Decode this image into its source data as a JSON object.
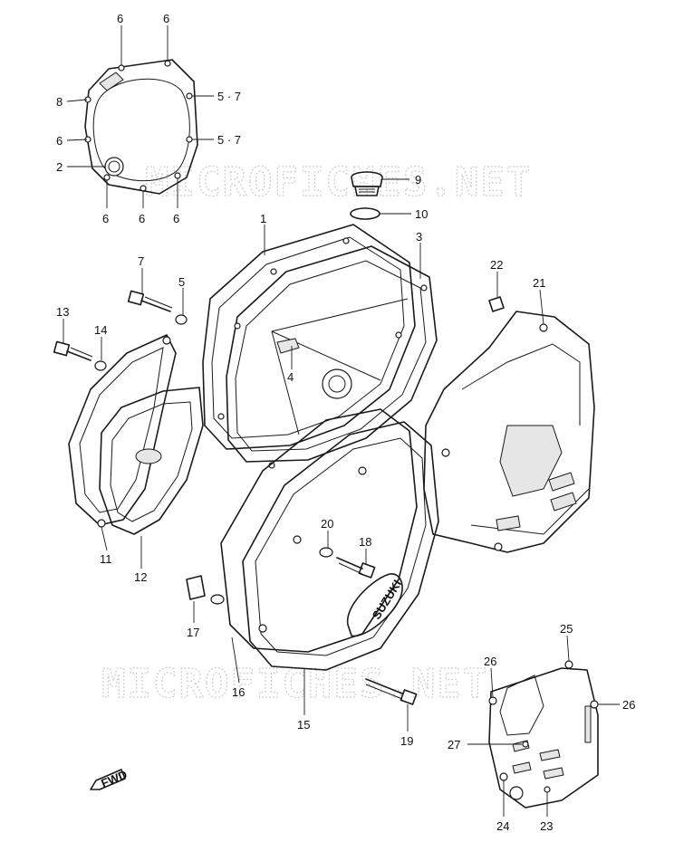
{
  "watermark": "MICROFICHES.NET",
  "brand_badge": "SUZUKI",
  "fwd_marker": "FWD",
  "labels": {
    "l6a": "6",
    "l6b": "6",
    "l8": "8",
    "l57a": "5 · 7",
    "l6c": "6",
    "l57b": "5 · 7",
    "l2": "2",
    "l6d": "6",
    "l6e": "6",
    "l6f": "6",
    "l9": "9",
    "l10": "10",
    "l1": "1",
    "l3": "3",
    "l22": "22",
    "l21": "21",
    "l7": "7",
    "l5": "5",
    "l13": "13",
    "l14": "14",
    "l4": "4",
    "l11": "11",
    "l12": "12",
    "l20": "20",
    "l18": "18",
    "l17": "17",
    "l16": "16",
    "l15": "15",
    "l19": "19",
    "l25": "25",
    "l26a": "26",
    "l26b": "26",
    "l27": "27",
    "l24": "24",
    "l23": "23"
  }
}
